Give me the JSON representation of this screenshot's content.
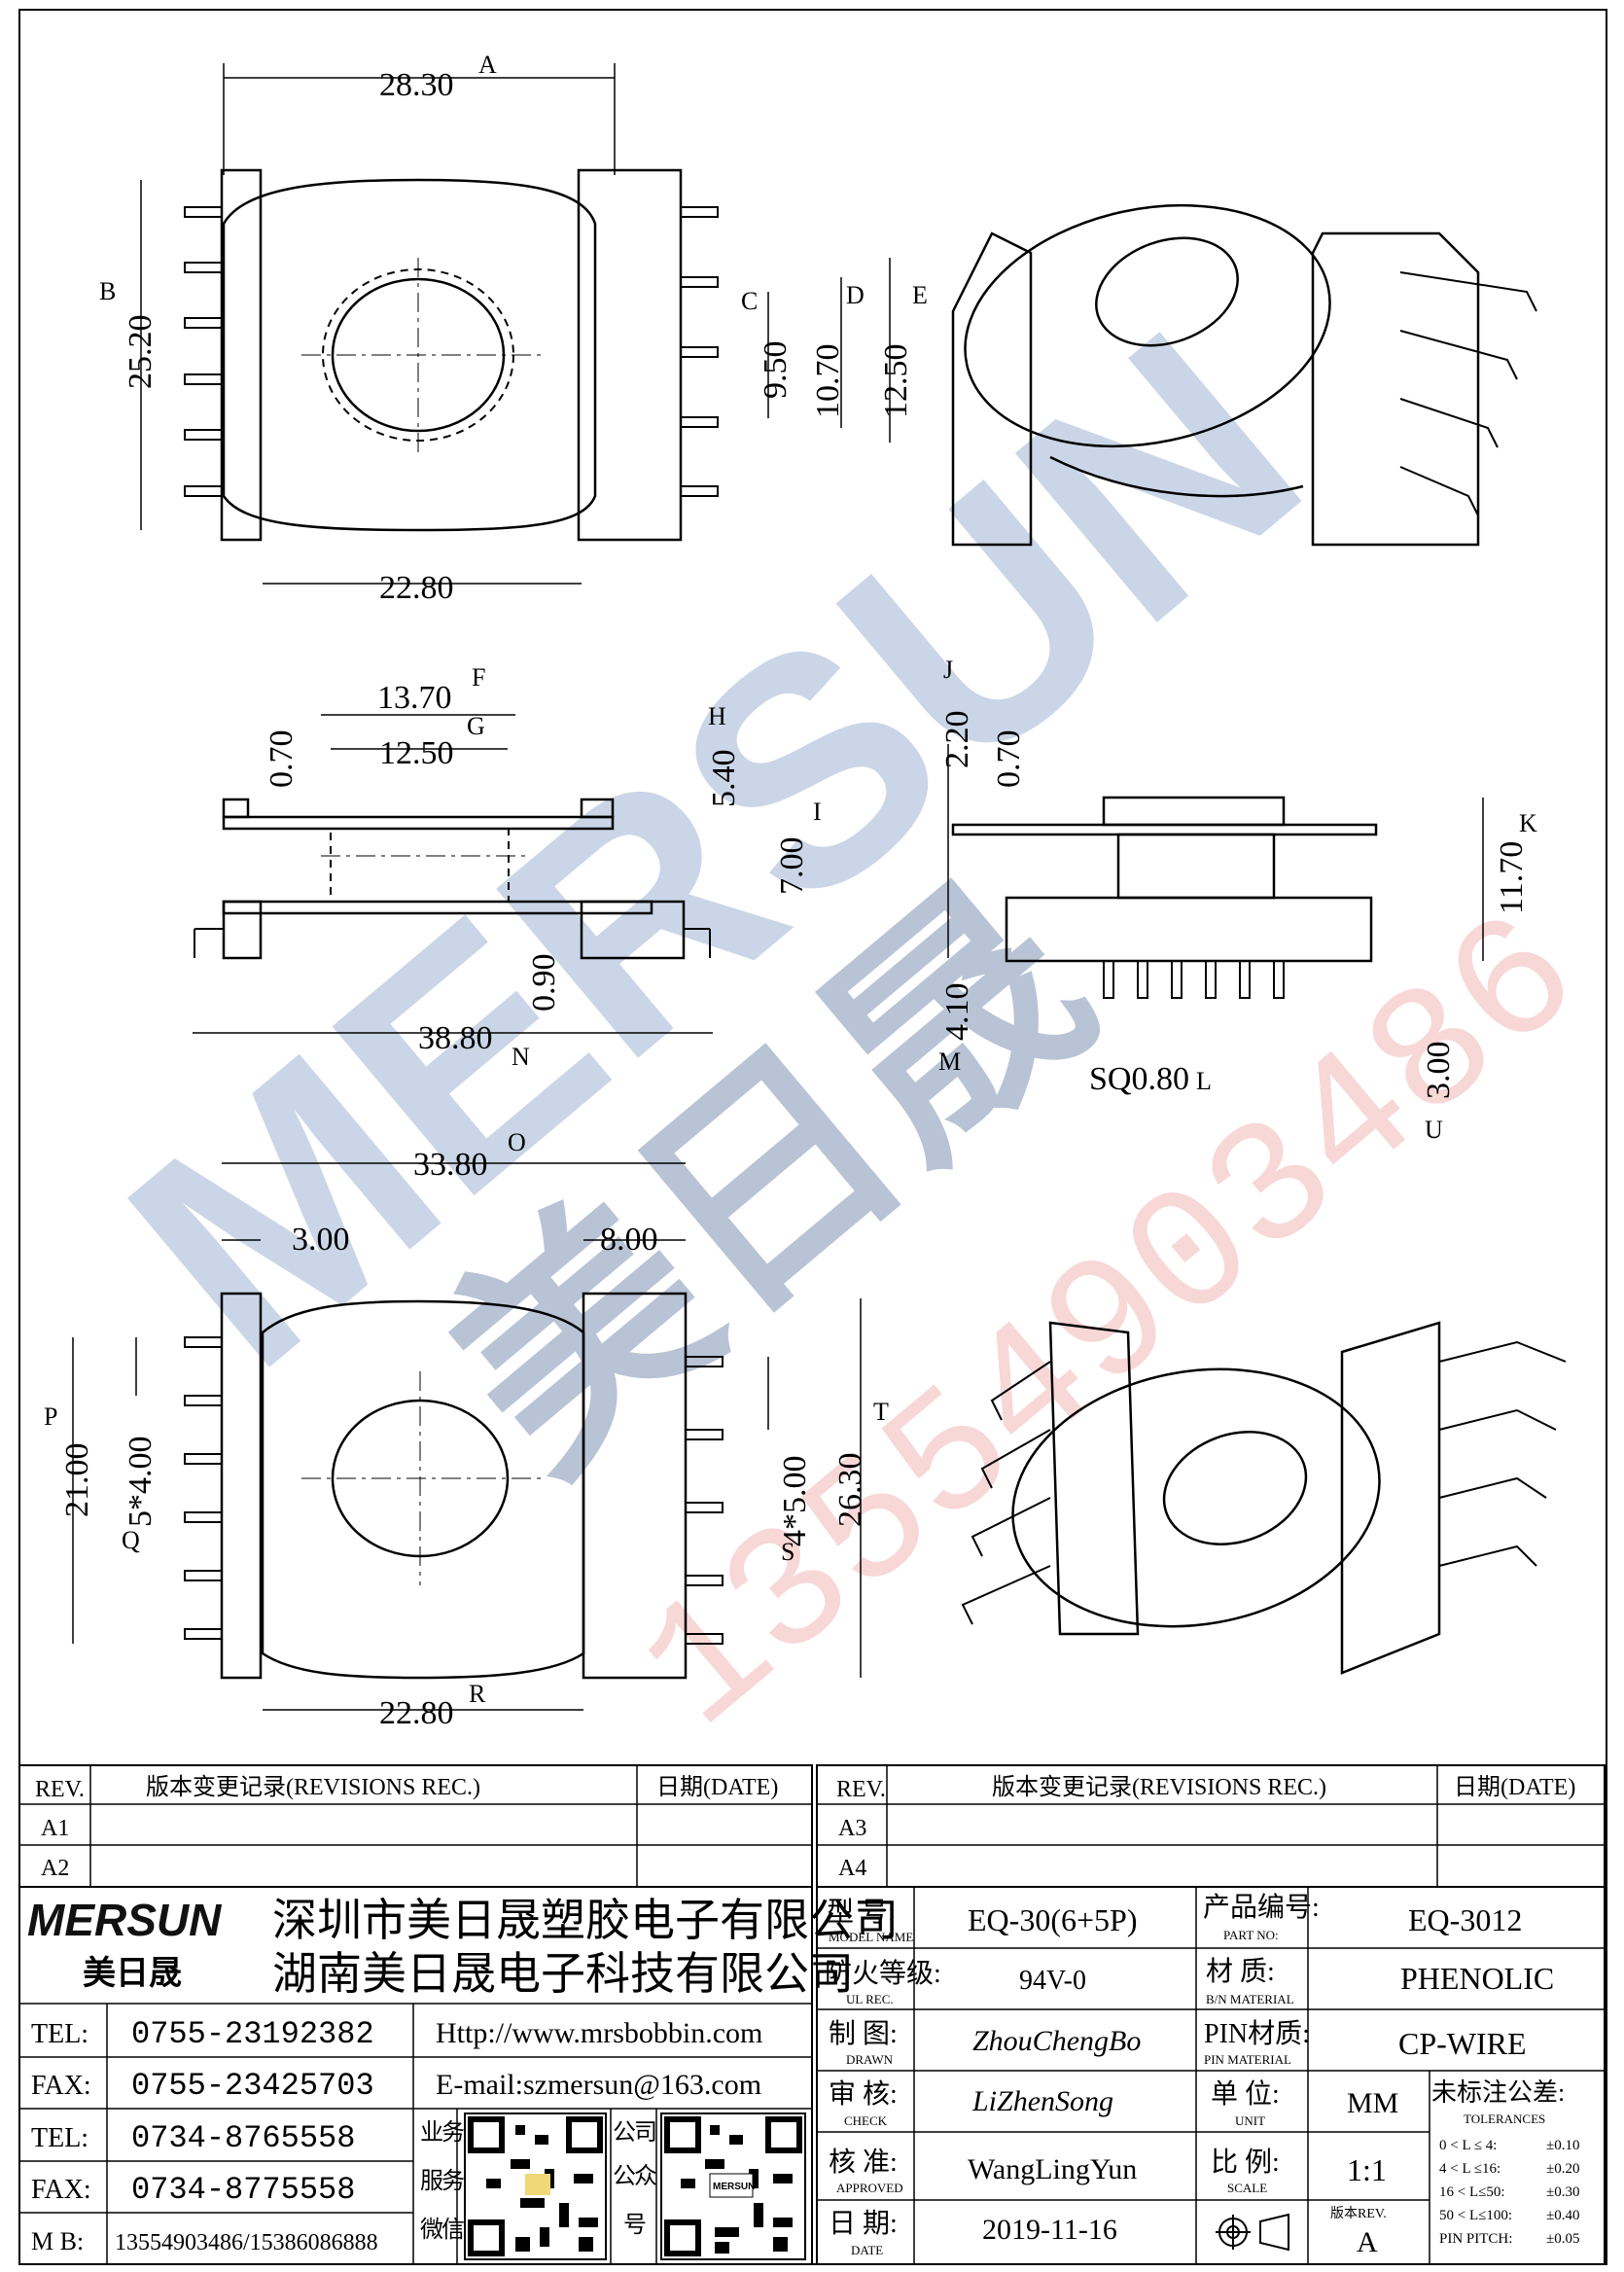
{
  "watermark": {
    "brand": "MERSUN",
    "cn": "美日晟",
    "phone": "13554903486"
  },
  "dims": {
    "A": "28.30",
    "B": "25.20",
    "C": "9.50",
    "D": "10.70",
    "E": "12.50",
    "bot_width_top": "22.80",
    "F": "13.70",
    "G": "12.50",
    "H": "5.40",
    "I": "7.00",
    "left_070": "0.70",
    "left_090": "0.90",
    "len_3880": "38.80",
    "J": "2.20",
    "right_070": "0.70",
    "K": "11.70",
    "side_410": "4.10",
    "L": "SQ0.80",
    "U": "3.00",
    "O": "33.80",
    "w300": "3.00",
    "w800": "8.00",
    "P": "21.00",
    "Q": "5*4.00",
    "S": "4*5.00",
    "T": "26.30",
    "R": "22.80"
  },
  "letters": {
    "A": "A",
    "B": "B",
    "C": "C",
    "D": "D",
    "E": "E",
    "F": "F",
    "G": "G",
    "H": "H",
    "I": "I",
    "J": "J",
    "K": "K",
    "L": "L",
    "M": "M",
    "N": "N",
    "O": "O",
    "P": "P",
    "Q": "Q",
    "R": "R",
    "S": "S",
    "T": "T",
    "U": "U"
  },
  "revision_left": {
    "headers": [
      "REV.",
      "版本变更记录(REVISIONS REC.)",
      "日期(DATE)"
    ],
    "rows": [
      "A1",
      "A2"
    ]
  },
  "revision_right": {
    "headers": [
      "REV.",
      "版本变更记录(REVISIONS REC.)",
      "日期(DATE)"
    ],
    "rows": [
      "A3",
      "A4"
    ]
  },
  "company": {
    "logo": "MERSUN",
    "logo_cn": "美日晟",
    "name1": "深圳市美日晟塑胶电子有限公司",
    "name2": "湖南美日晟电子科技有限公司",
    "contacts": [
      {
        "label": "TEL:",
        "value": "0755-23192382",
        "extra": "Http://www.mrsbobbin.com"
      },
      {
        "label": "FAX:",
        "value": "0755-23425703",
        "extra": "E-mail:szmersun@163.com"
      },
      {
        "label": "TEL:",
        "value": "0734-8765558"
      },
      {
        "label": "FAX:",
        "value": "0734-8775558"
      },
      {
        "label": "M B:",
        "value": "13554903486/15386086888"
      }
    ],
    "qr1_label": "业务服务微信",
    "qr2_label": "公司公众号",
    "qr1_chars": [
      "业",
      "务",
      "服",
      "务",
      "微",
      "信"
    ],
    "qr2_chars": [
      "公",
      "司",
      "公",
      "众",
      "号"
    ]
  },
  "title_block": {
    "model_label": "型 号:",
    "model_label_en": "MODEL NAME",
    "model": "EQ-30(6+5P)",
    "part_label": "产品编号:",
    "part_label_en": "PART NO:",
    "part": "EQ-3012",
    "ul_label": "防火等级:",
    "ul_label_en": "UL REC.",
    "ul": "94V-0",
    "material_label": "材 质:",
    "material_label_en": "B/N MATERIAL",
    "material": "PHENOLIC",
    "drawn_label": "制 图:",
    "drawn_label_en": "DRAWN",
    "drawn": "ZhouChengBo",
    "pin_label": "PIN材质:",
    "pin_label_en": "PIN MATERIAL",
    "pin": "CP-WIRE",
    "check_label": "审 核:",
    "check_label_en": "CHECK",
    "check": "LiZhenSong",
    "unit_label": "单 位:",
    "unit_label_en": "UNIT",
    "unit": "MM",
    "tol_label": "未标注公差:",
    "tol_label_en": "TOLERANCES",
    "approved_label": "核 准:",
    "approved_label_en": "APPROVED",
    "approved": "WangLingYun",
    "scale_label": "比 例:",
    "scale_label_en": "SCALE",
    "scale": "1:1",
    "date_label": "日 期:",
    "date_label_en": "DATE",
    "date": "2019-11-16",
    "version_label": "版本REV.",
    "version": "A",
    "tolerances": [
      {
        "range": "0 < L ≤ 4:",
        "tol": "±0.10"
      },
      {
        "range": "4 < L ≤16:",
        "tol": "±0.20"
      },
      {
        "range": "16 < L≤50:",
        "tol": "±0.30"
      },
      {
        "range": "50 < L≤100:",
        "tol": "±0.40"
      },
      {
        "range": "PIN PITCH:",
        "tol": "±0.05"
      }
    ]
  }
}
